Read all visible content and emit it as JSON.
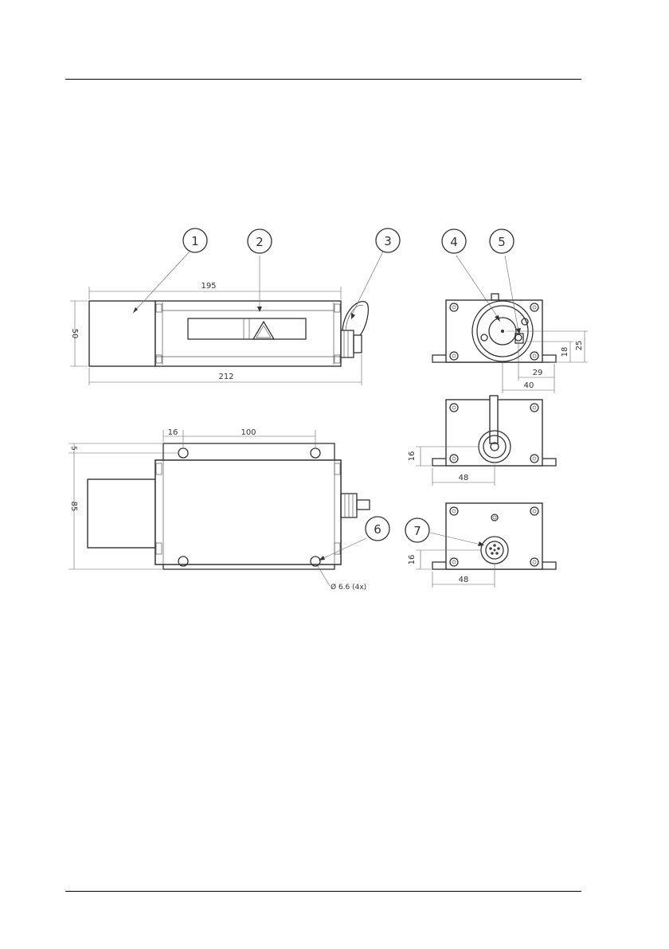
{
  "callouts": [
    {
      "id": "c1",
      "label": "1"
    },
    {
      "id": "c2",
      "label": "2"
    },
    {
      "id": "c3",
      "label": "3"
    },
    {
      "id": "c4",
      "label": "4"
    },
    {
      "id": "c5",
      "label": "5"
    },
    {
      "id": "c6",
      "label": "6"
    },
    {
      "id": "c7",
      "label": "7"
    }
  ],
  "dimensions": {
    "side_length_inner": "195",
    "side_length_total": "212",
    "side_height": "50",
    "top_hole_offset": "16",
    "top_hole_spacing": "100",
    "top_edge_offset": "5",
    "top_width": "85",
    "hole_note": "Ø 6.6 (4x)",
    "front_height_18": "18",
    "front_height_25": "25",
    "front_width_29": "29",
    "front_width_40": "40",
    "mid_height": "16",
    "mid_width": "48",
    "back_height": "16",
    "back_width": "48"
  }
}
